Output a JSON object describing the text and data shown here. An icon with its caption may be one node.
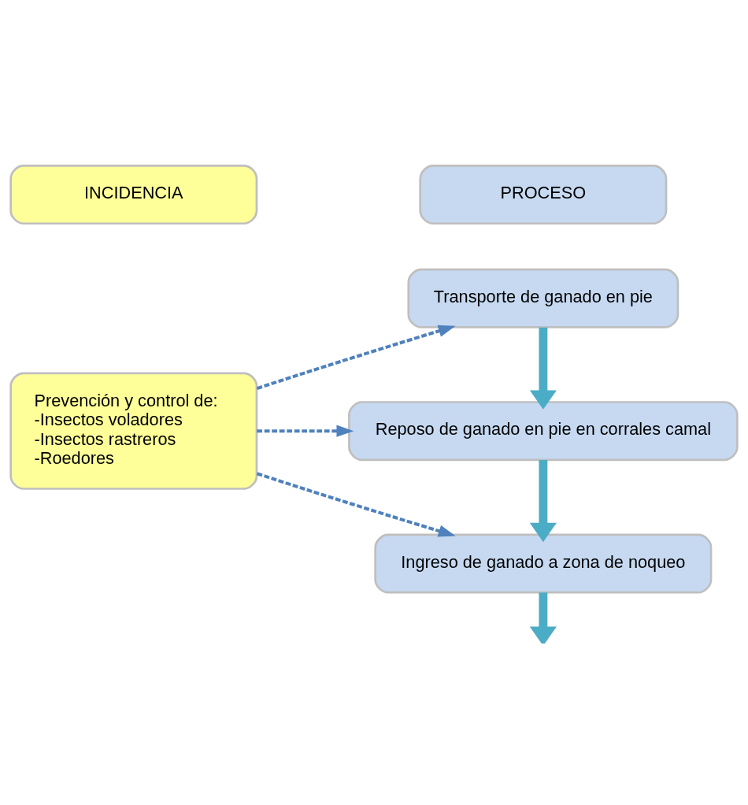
{
  "diagram": {
    "nodes": [
      {
        "text": [
          "INCIDENCIA"
        ]
      },
      {
        "text": [
          "PROCESO"
        ]
      },
      {
        "text": [
          "Prevención y control de:",
          "-Insectos voladores",
          "-Insectos rastreros",
          "-Roedores"
        ]
      },
      {
        "text": [
          "Transporte de ganado en pie"
        ]
      },
      {
        "text": [
          "Reposo de ganado en pie en corrales camal"
        ]
      },
      {
        "text": [
          "Ingreso de ganado a zona de noqueo"
        ]
      }
    ],
    "edges": [
      {
        "from": 2,
        "to": 3,
        "arrow": "to",
        "style": "dashed",
        "color": "#4f81bd"
      },
      {
        "from": 2,
        "to": 4,
        "arrow": "to",
        "style": "dashed",
        "color": "#4f81bd"
      },
      {
        "from": 2,
        "to": 5,
        "arrow": "to",
        "style": "dashed",
        "color": "#4f81bd"
      },
      {
        "from": 3,
        "to": 4,
        "arrow": "to",
        "style": "thick",
        "color": "#4bacc6"
      },
      {
        "from": 4,
        "to": 5,
        "arrow": "to",
        "style": "thick",
        "color": "#4bacc6"
      },
      {
        "from": 5,
        "to": null,
        "arrow": "to",
        "style": "thick",
        "color": "#4bacc6"
      }
    ]
  }
}
